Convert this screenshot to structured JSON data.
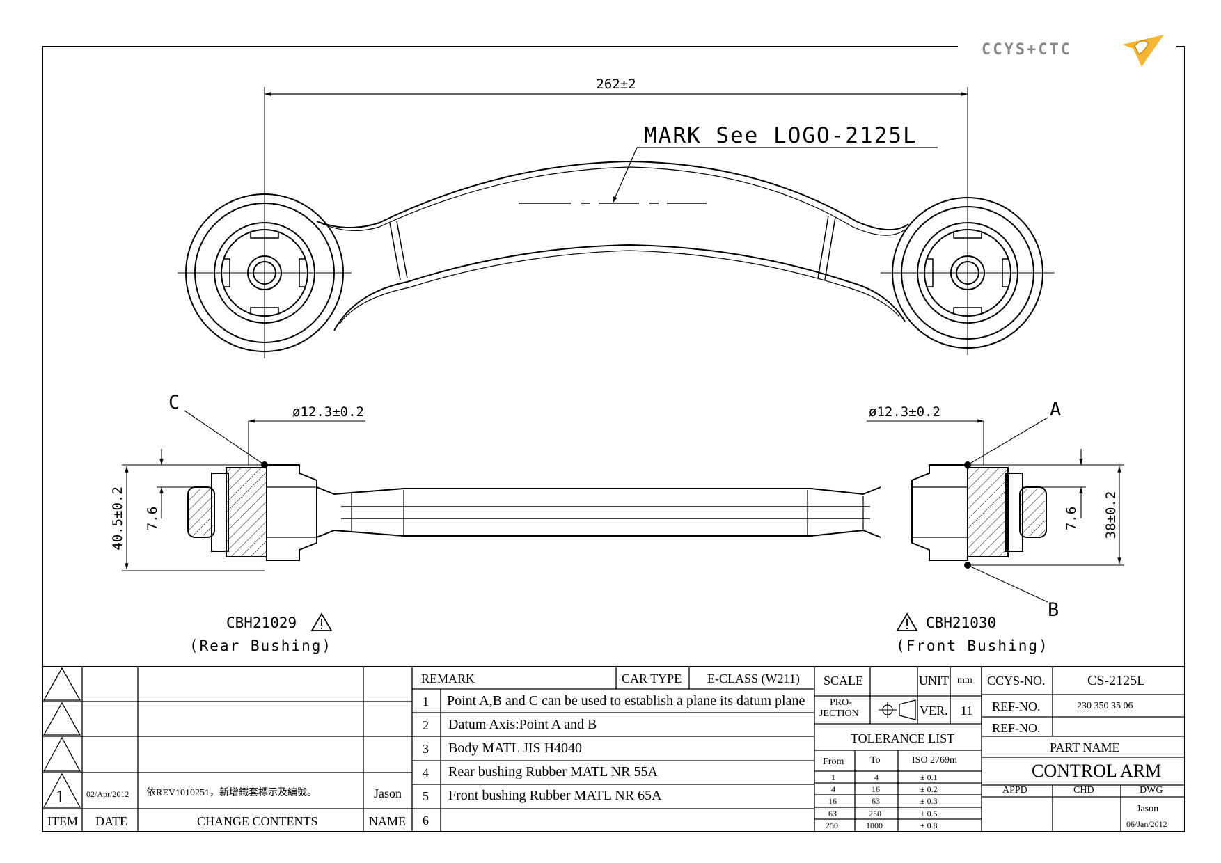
{
  "logo": {
    "text": "CCYS+CTC"
  },
  "top_view": {
    "overall_length": "262±2",
    "mark_note": "MARK See LOGO-2125L"
  },
  "side_view": {
    "label_c": "C",
    "label_a": "A",
    "label_b": "B",
    "rear_diameter": "ø12.3±0.2",
    "front_diameter": "ø12.3±0.2",
    "rear_height": "40.5±0.2",
    "rear_offset": "7.6",
    "front_offset": "7.6",
    "front_height": "38±0.2",
    "rear_part": "CBH21029",
    "rear_desc": "(Rear Bushing)",
    "front_part": "CBH21030",
    "front_desc": "(Front Bushing)"
  },
  "revision": {
    "header": {
      "item": "ITEM",
      "date": "DATE",
      "contents": "CHANGE CONTENTS",
      "name": "NAME"
    },
    "rows": [
      {
        "item": "1",
        "date": "02/Apr/2012",
        "contents": "依REV1010251，新增鐵套標示及編號。",
        "name": "Jason"
      }
    ]
  },
  "remarks": {
    "title": "REMARK",
    "car_type_label": "CAR TYPE",
    "car_type_value": "E-CLASS (W211)",
    "items": [
      {
        "no": "1",
        "text": "Point A,B and C can be used to establish a plane its datum plane"
      },
      {
        "no": "2",
        "text": "Datum Axis:Point A and B"
      },
      {
        "no": "3",
        "text": "Body MATL JIS H4040"
      },
      {
        "no": "4",
        "text": "Rear bushing Rubber MATL NR 55A"
      },
      {
        "no": "5",
        "text": "Front bushing Rubber MATL NR 65A"
      },
      {
        "no": "6",
        "text": ""
      }
    ]
  },
  "scale_block": {
    "scale_label": "SCALE",
    "unit_label": "UNIT",
    "unit_value": "mm",
    "projection_label_1": "PRO-",
    "projection_label_2": "JECTION",
    "ver_label": "VER.",
    "ver_value": "11"
  },
  "tolerance": {
    "title": "TOLERANCE LIST",
    "headers": {
      "from": "From",
      "to": "To",
      "std": "ISO 2769m"
    },
    "rows": [
      {
        "from": "1",
        "to": "4",
        "tol": "± 0.1"
      },
      {
        "from": "4",
        "to": "16",
        "tol": "± 0.2"
      },
      {
        "from": "16",
        "to": "63",
        "tol": "± 0.3"
      },
      {
        "from": "63",
        "to": "250",
        "tol": "± 0.5"
      },
      {
        "from": "250",
        "to": "1000",
        "tol": "± 0.8"
      }
    ]
  },
  "part_info": {
    "ccys_label": "CCYS-NO.",
    "ccys_value": "CS-2125L",
    "ref_label_1": "REF-NO.",
    "ref_value_1": "230 350 35 06",
    "ref_label_2": "REF-NO.",
    "ref_value_2": "",
    "part_name_label": "PART NAME",
    "part_name_value": "CONTROL ARM",
    "appd_label": "APPD",
    "chd_label": "CHD",
    "dwg_label": "DWG",
    "drawn_by": "Jason",
    "drawn_date": "06/Jan/2012"
  }
}
